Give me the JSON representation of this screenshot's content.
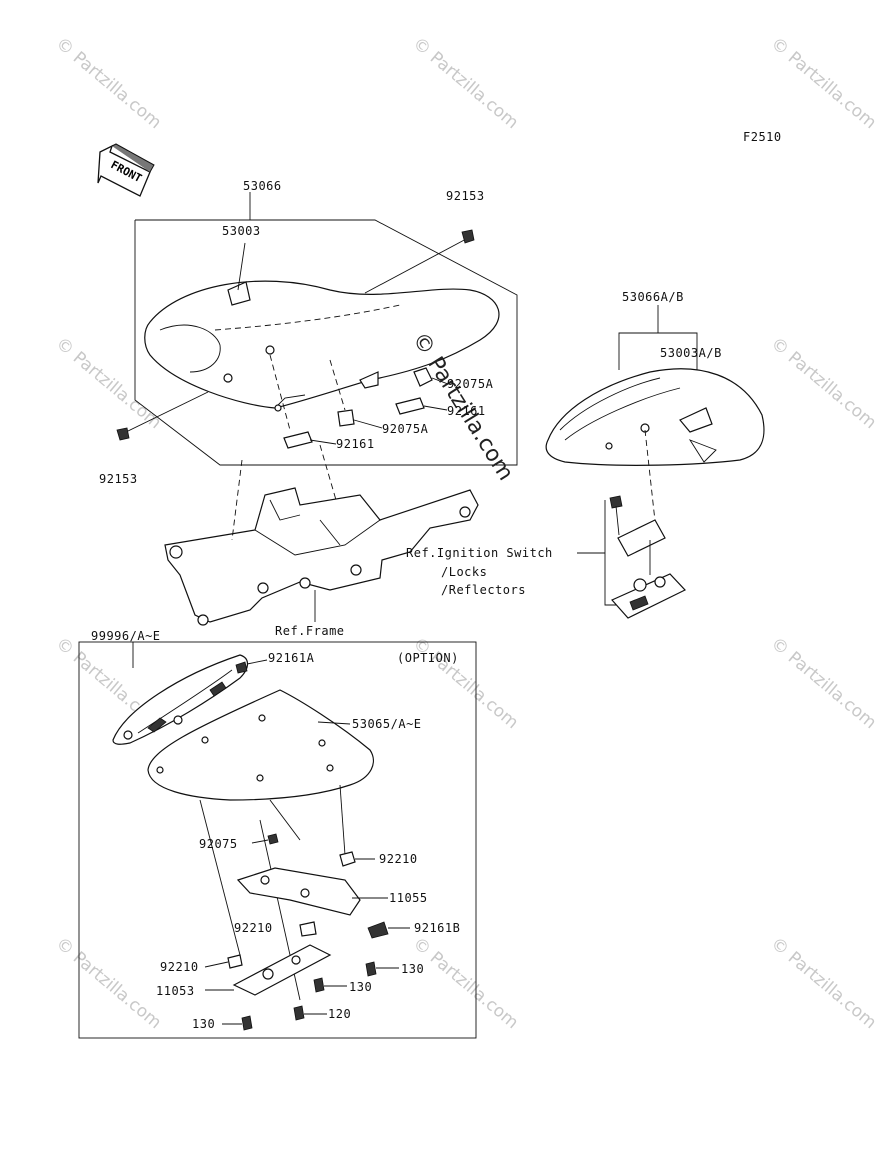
{
  "figure_code": "F2510",
  "front_label": "FRONT",
  "option_label": "(OPTION)",
  "watermark_text": "© Partzilla.com",
  "watermark_center": "© Partzilla.com",
  "callouts": {
    "seat_assy": "53066",
    "seat_cover": "53003",
    "bolt_top": "92153",
    "bolt_left": "92153",
    "damper_a1": "92075A",
    "damper_a2": "92075A",
    "bracket_1": "92161",
    "bracket_2": "92161",
    "rear_seat_assy": "53066A/B",
    "rear_seat_cover": "53003A/B",
    "ref_ignition_1": "Ref.Ignition Switch",
    "ref_ignition_2": "/Locks",
    "ref_ignition_3": "/Reflectors",
    "ref_frame": "Ref.Frame",
    "seat_cowl": "99996/A~E",
    "damper_92161a": "92161A",
    "cowl_cover": "53065/A~E",
    "damper_92075": "92075",
    "nut_92210_a": "92210",
    "plate_11055": "11055",
    "nut_92210_b": "92210",
    "damper_92161b": "92161B",
    "nut_92210_c": "92210",
    "bolt_130_a": "130",
    "plate_11053": "11053",
    "bolt_130_b": "130",
    "bolt_130_c": "130",
    "bolt_120": "120"
  }
}
